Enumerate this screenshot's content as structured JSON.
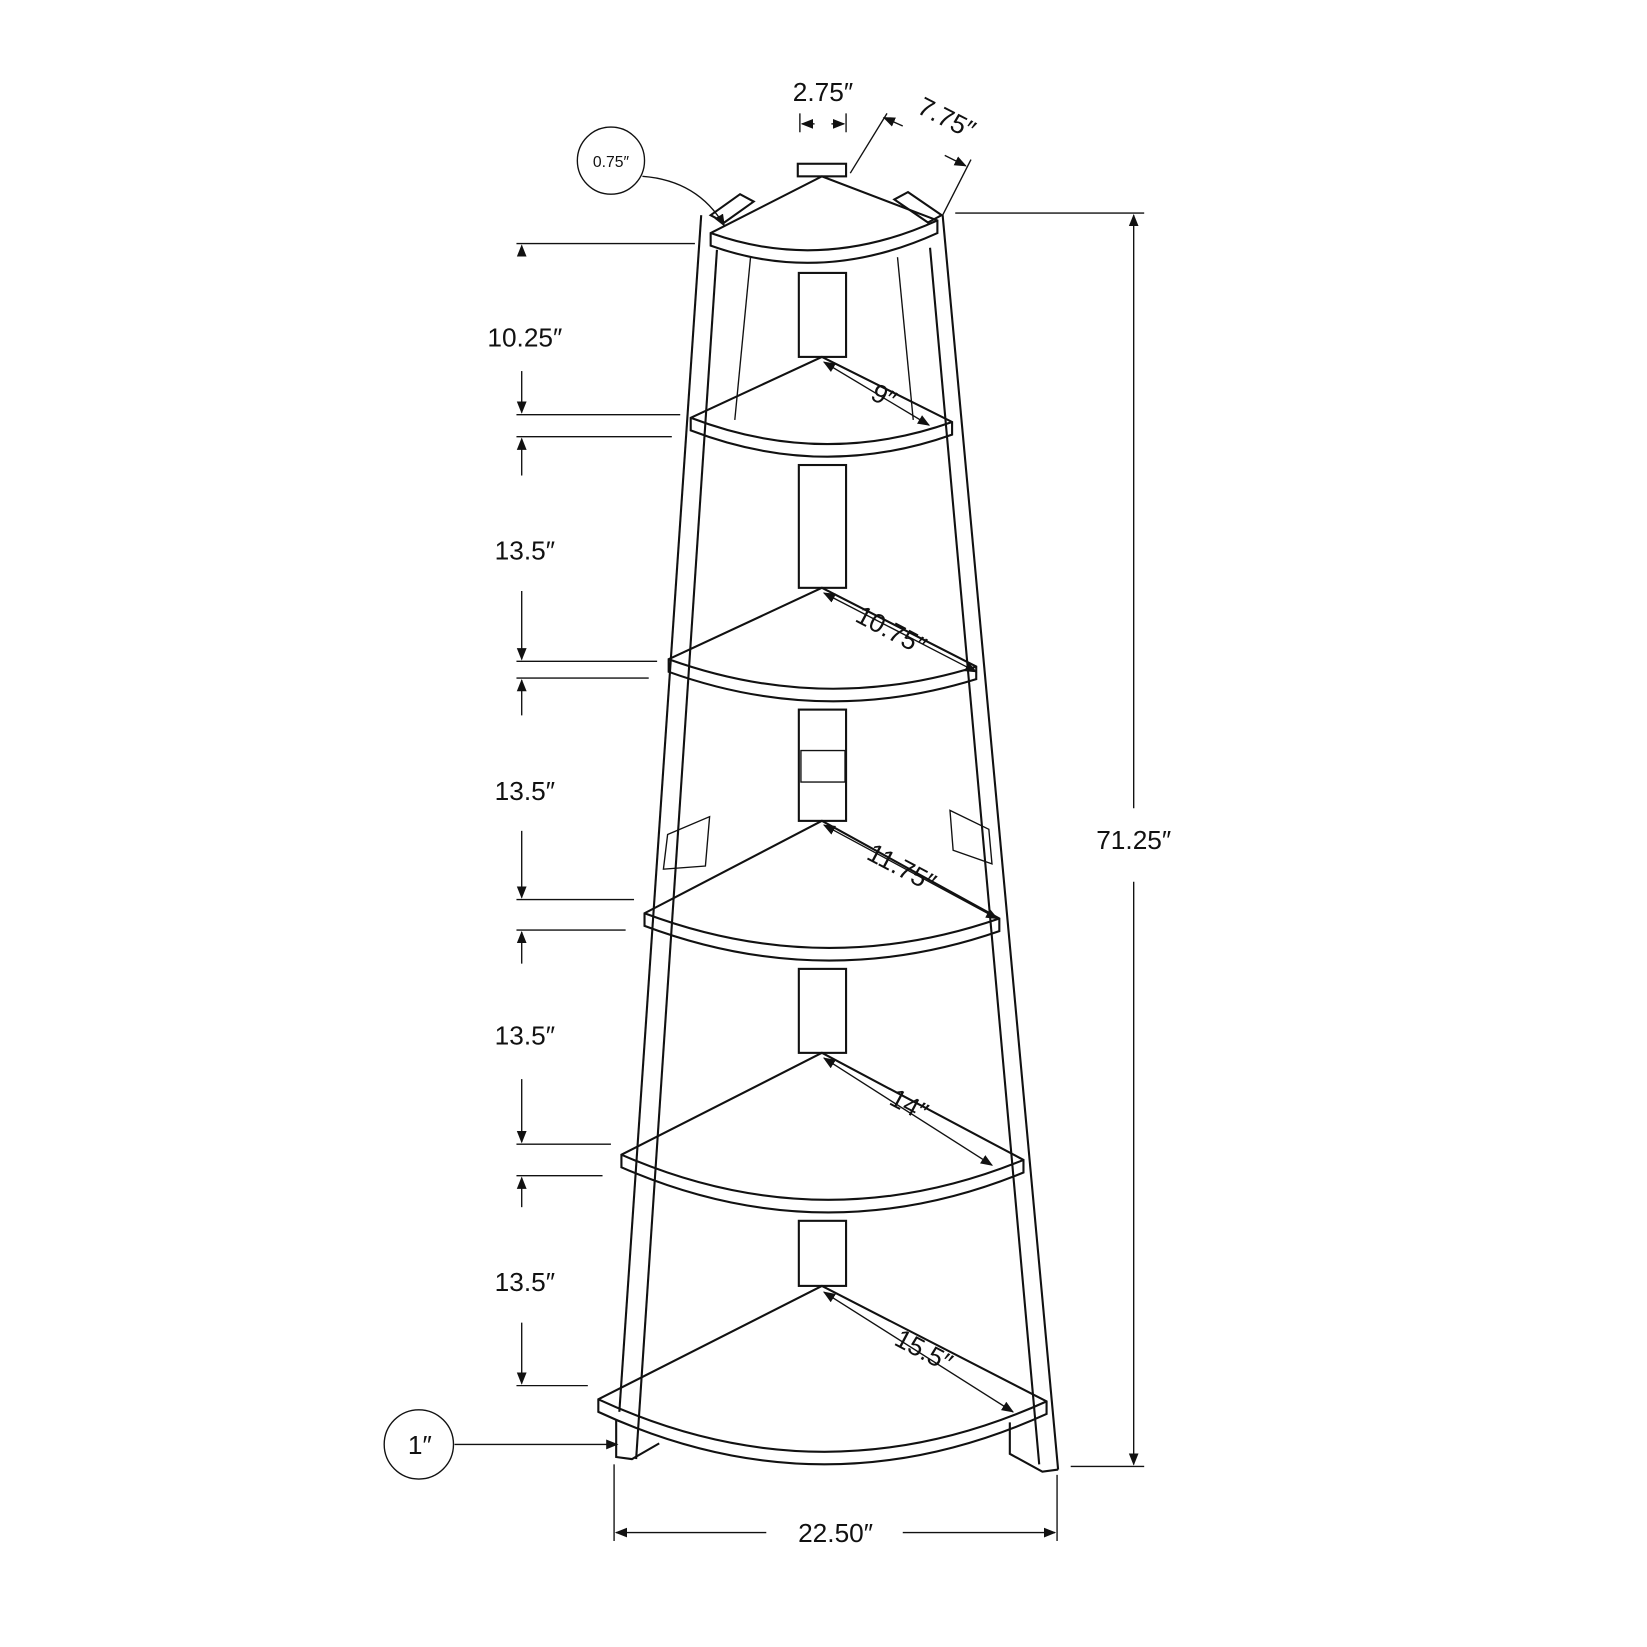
{
  "diagram": {
    "line_color": "#111111",
    "background": "#ffffff",
    "dimensions": {
      "post_width": "2.75″",
      "top_depth": "7.75″",
      "shelf_thickness": "0.75″",
      "foot_height": "1″",
      "total_height": "71.25″",
      "total_width": "22.50″",
      "shelf_spacings": [
        "10.25″",
        "13.5″",
        "13.5″",
        "13.5″",
        "13.5″"
      ],
      "shelf_depths": [
        "9″",
        "10.75″",
        "11.75″",
        "14″",
        "15.5″"
      ]
    }
  }
}
